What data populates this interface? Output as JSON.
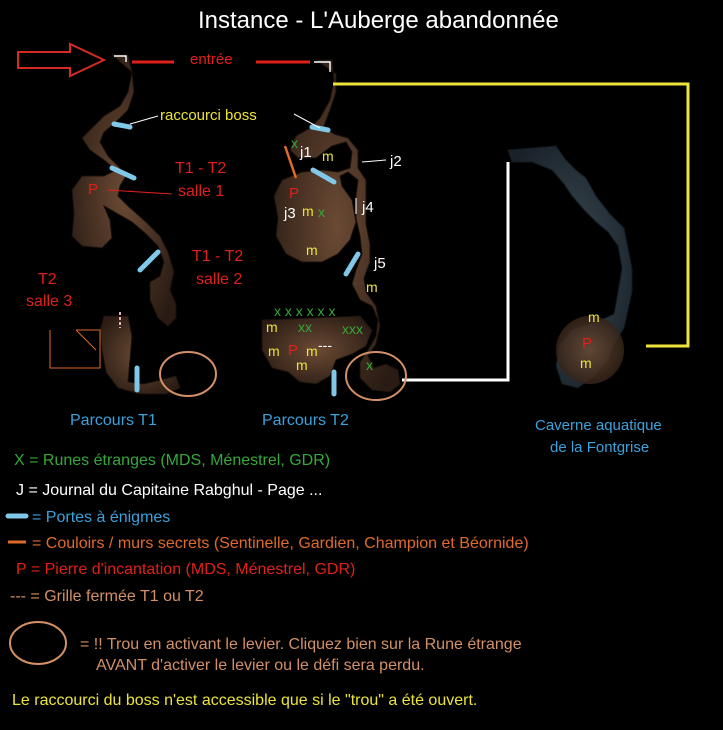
{
  "title": "Instance - L'Auberge abandonnée",
  "labels": {
    "entree": "entrée",
    "raccourci_boss": "raccourci boss",
    "t1t2_salle1_a": "T1 - T2",
    "t1t2_salle1_b": "salle 1",
    "t1t2_salle2_a": "T1 - T2",
    "t1t2_salle2_b": "salle 2",
    "t2_salle3_a": "T2",
    "t2_salle3_b": "salle 3",
    "parcours_t1": "Parcours T1",
    "parcours_t2": "Parcours T2",
    "caverne_a": "Caverne aquatique",
    "caverne_b": "de la Fontgrise"
  },
  "markers": {
    "p": "P",
    "m": "m",
    "x": "x",
    "j1": "j1",
    "j2": "j2",
    "j3": "j3",
    "j4": "j4",
    "j5": "j5",
    "xrow1": "x x x x x x",
    "xrow2": "xx",
    "xrow3": "xxx",
    "grille": "---"
  },
  "legend": {
    "runes": "X = Runes étranges (MDS, Ménestrel, GDR)",
    "journal": "J = Journal du Capitaine Rabghul - Page ...",
    "portes": "= Portes à énigmes",
    "couloirs": "= Couloirs / murs secrets (Sentinelle, Gardien, Champion et Béornide)",
    "pierre": "P = Pierre d'incantation (MDS, Ménestrel, GDR)",
    "grille": "--- = Grille fermée T1 ou T2",
    "trou_1": "= !! Trou en activant le levier. Cliquez bien sur la Rune étrange",
    "trou_2": "AVANT d'activer le levier ou le défi sera perdu.",
    "note": "Le raccourci du boss n'est accessible que si le \"trou\" a été ouvert."
  },
  "colors": {
    "red": "#e0201a",
    "yellow": "#ece43a",
    "green": "#36a83a",
    "blue": "#3aa2dc",
    "orange": "#e06a2a",
    "tan": "#d49066",
    "door": "#7fc8e8",
    "cave_brown": "#4a3326",
    "cave_blue": "#2b3a44"
  }
}
